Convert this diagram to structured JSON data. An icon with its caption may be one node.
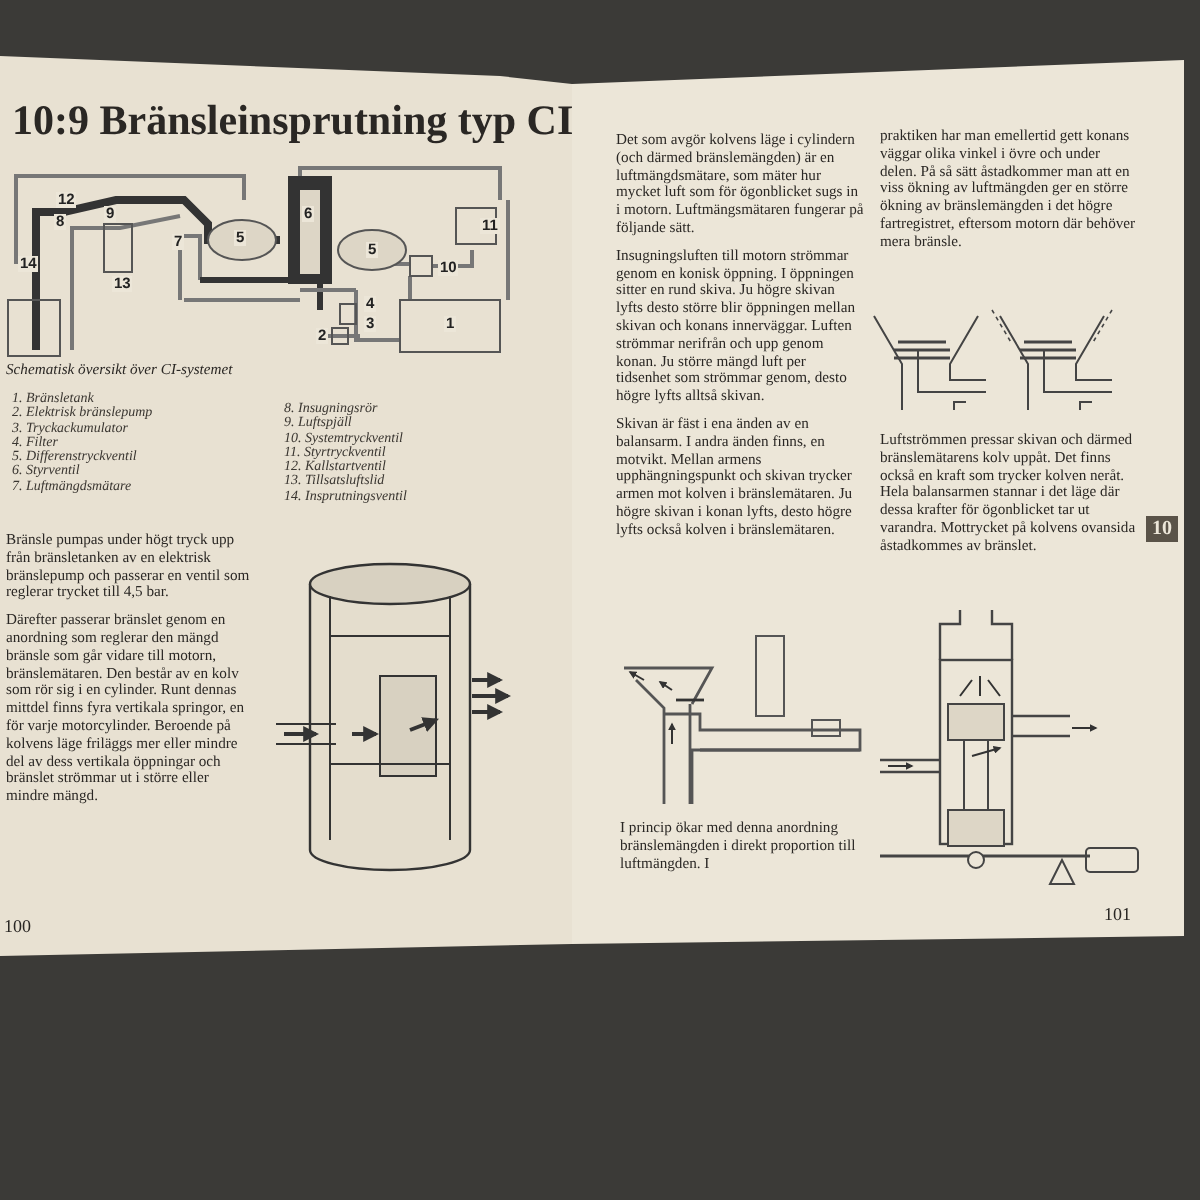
{
  "diagram": {
    "title": "10:9 Bränsleinsprutning typ CI",
    "caption": "Schematisk översikt över CI-systemet",
    "labels": [
      "12",
      "8",
      "9",
      "14",
      "13",
      "7",
      "5",
      "6",
      "5",
      "11",
      "10",
      "1",
      "4",
      "3",
      "2",
      "1. Bränsletank",
      "2. Elektrisk bränslepump",
      "3. Tryckackumulator",
      "4. Filter",
      "5. Differenstryckventil",
      "6. Styrventil",
      "7. Luftmängdsmätare",
      "8. Insugningsrör",
      "9. Luftspjäll",
      "10. Systemtryckventil",
      "11. Styrtryckventil",
      "12. Kallstartventil",
      "13. Tillsatsluftslid",
      "14. Insprutningsventil",
      "Bränsle pumpas under högt tryck upp från bränsletanken av en elektrisk bränslepump och passerar en ventil som reglerar trycket till 4,5 bar.",
      "Därefter passerar bränslet genom en anordning som reglerar den mängd bränsle som går vidare till motorn, bränslemätaren. Den består av en kolv som rör sig i en cylinder. Runt dennas mittdel finns fyra vertikala springor, en för varje motorcylinder. Beroende på kolvens läge friläggs mer eller mindre del av dess vertikala öppningar och bränslet strömmar ut i större eller mindre mängd.",
      "100",
      "Det som avgör kolvens läge i cylindern (och därmed bränslemängden) är en luftmängdsmätare, som mäter hur mycket luft som för ögonblicket sugs in i motorn. Luftmängsmätaren fungerar på följande sätt.",
      "Insugningsluften till motorn strömmar genom en konisk öppning. I öppningen sitter en rund skiva. Ju högre skivan lyfts desto större blir öppningen mellan skivan och konans innerväggar. Luften strömmar nerifrån och upp genom konan. Ju större mängd luft per tidsenhet som strömmar genom, desto högre lyfts alltså skivan.",
      "Skivan är fäst i ena änden av en balansarm. I andra änden finns, en motvikt. Mellan armens upphängningspunkt och skivan trycker armen mot kolven i bränslemätaren. Ju högre skivan i konan lyfts, desto högre lyfts också kolven i bränslemätaren.",
      "I princip ökar med denna anordning bränslemängden i direkt proportion till luftmängden. I",
      "praktiken har man emellertid gett konans väggar olika vinkel i övre och under delen. På så sätt åstadkommer man att en viss ökning av luftmängden ger en större ökning av bränslemängden i det högre fartregistret, eftersom motorn där behöver mera bränsle.",
      "Luftströmmen pressar skivan och därmed bränslemätarens kolv uppåt. Det finns också en kraft som trycker kolven neråt. Hela balansarmen stannar i det läge där dessa krafter för ögonblicket tar ut varandra. Mottrycket på kolvens ovansida åstadkommes av bränslet.",
      "10",
      "101"
    ]
  }
}
